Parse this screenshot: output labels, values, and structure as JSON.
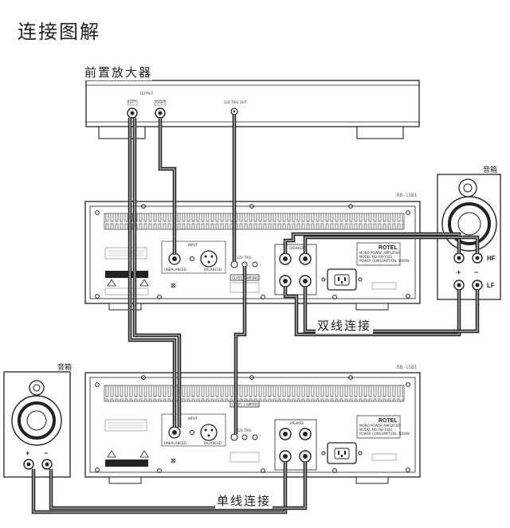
{
  "title": "连接图解",
  "preamp": {
    "label": "前置放大器",
    "output_label": "OUTPUT",
    "left_label": "LEFT",
    "right_label": "RIGHT",
    "trig_label": "12V TRIG OUT"
  },
  "amp_top": {
    "model": "RB-1581",
    "brand": "ROTEL",
    "info": [
      "MONO POWER AMPLIFIER",
      "MODEL NO. RB-1581",
      "POWER CONSUMPTION: 1000W"
    ],
    "input_label": "INPUT",
    "unbalanced_label": "UNBALANCED",
    "balanced_label": "BALANCED",
    "speaker_label": "SPEAKER",
    "wiring_label": "CLASS 2 WIRING",
    "trig_label": "12V TRIG"
  },
  "amp_bottom": {
    "model": "RB-1581",
    "brand": "ROTEL",
    "info": [
      "MONO POWER AMPLIFIER",
      "MODEL NO. RB-1581",
      "POWER CONSUMPTION: 1000W"
    ],
    "input_label": "INPUT",
    "unbalanced_label": "UNBALANCED",
    "balanced_label": "BALANCED",
    "speaker_label": "SPEAKER",
    "wiring_label": "CLASS 2 WIRING",
    "trig_label": "12V TRIG"
  },
  "speaker_right": {
    "label": "音箱",
    "hf": "HF",
    "lf": "LF",
    "plus": "+",
    "minus": "−"
  },
  "speaker_left": {
    "label": "音箱",
    "plus": "+",
    "minus": "−"
  },
  "captions": {
    "biwire": "双线连接",
    "single": "单线连接"
  },
  "colors": {
    "line": "#222222",
    "cable_outer": "#222222",
    "cable_inner": "#9a9a9a",
    "panel_fill": "#ffffff",
    "label_bg": "#111111"
  }
}
